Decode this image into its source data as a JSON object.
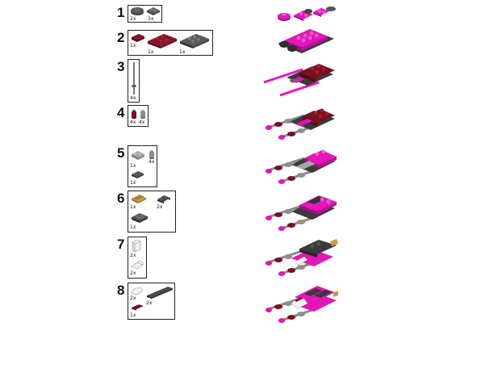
{
  "colors": {
    "magenta": "#e316b8",
    "dark_red": "#7a0f1e",
    "dark_gray": "#4a4a4a",
    "light_gray": "#a8a8a8",
    "tan": "#c89a4a",
    "white": "#f4f4f4"
  },
  "steps": [
    {
      "number": "1",
      "parts": [
        {
          "qty": "2x",
          "icon": "dark-gray-round-plate-icon"
        },
        {
          "qty": "3x",
          "icon": "dark-gray-plate-icon"
        }
      ]
    },
    {
      "number": "2",
      "parts": [
        {
          "qty": "1x",
          "icon": "dark-red-plate-1x2-icon"
        },
        {
          "qty": "1x",
          "icon": "dark-red-plate-2x3-icon"
        },
        {
          "qty": "1x",
          "icon": "dark-gray-plate-2x3-icon"
        }
      ]
    },
    {
      "number": "3",
      "parts": [
        {
          "qty": "4x",
          "icon": "gray-bar-icon"
        }
      ]
    },
    {
      "number": "4",
      "parts": [
        {
          "qty": "4x",
          "icon": "dark-red-cone-icon"
        },
        {
          "qty": "4x",
          "icon": "gray-cone-icon"
        }
      ]
    },
    {
      "number": "5",
      "parts": [
        {
          "qty": "1x",
          "icon": "gray-bracket-icon"
        },
        {
          "qty": "4x",
          "icon": "gray-cone-small-icon"
        },
        {
          "qty": "1x",
          "icon": "dark-gray-tile-icon"
        }
      ]
    },
    {
      "number": "6",
      "parts": [
        {
          "qty": "1x",
          "icon": "tan-grille-tile-icon"
        },
        {
          "qty": "2x",
          "icon": "dark-gray-slope-icon"
        },
        {
          "qty": "1x",
          "icon": "dark-gray-plate-2x2-icon"
        }
      ]
    },
    {
      "number": "7",
      "parts": [
        {
          "qty": "2x",
          "icon": "white-panel-icon"
        },
        {
          "qty": "2x",
          "icon": "white-slope-icon"
        }
      ]
    },
    {
      "number": "8",
      "parts": [
        {
          "qty": "2x",
          "icon": "white-curved-slope-icon"
        },
        {
          "qty": "2x",
          "icon": "dark-gray-tile-1x4-icon"
        },
        {
          "qty": "1x",
          "icon": "dark-red-tile-icon"
        }
      ]
    }
  ]
}
